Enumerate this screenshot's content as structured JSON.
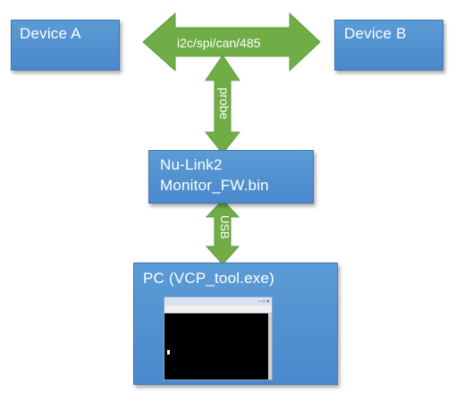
{
  "nodes": {
    "device_a": "Device A",
    "device_b": "Device B",
    "nulink_line1": "Nu-Link2",
    "nulink_line2": "Monitor_FW.bin",
    "pc": "PC  (VCP_tool.exe)"
  },
  "edges": {
    "bus": "i2c/spi/can/485",
    "probe": "probe",
    "usb": "USB"
  },
  "colors": {
    "box_fill": "#5b9bd5",
    "arrow_fill": "#70ad47"
  }
}
